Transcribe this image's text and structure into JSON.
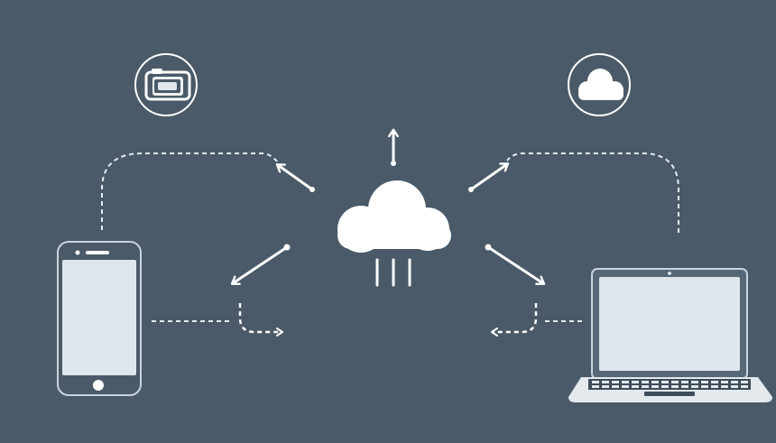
{
  "colors": {
    "background": "#4a5a68",
    "foreground": "#ffffff",
    "screen": "#dfe6ec",
    "device_outline": "#c9d3dc",
    "dash": "#e6ebef"
  },
  "nodes": [
    {
      "id": "camera",
      "icon": "camera-icon"
    },
    {
      "id": "cloud-badge",
      "icon": "cloud-icon"
    },
    {
      "id": "central-cloud",
      "icon": "cloud-upload-icon"
    },
    {
      "id": "phone",
      "icon": "smartphone-icon"
    },
    {
      "id": "laptop",
      "icon": "laptop-icon"
    }
  ],
  "connections": [
    {
      "from": "phone",
      "to": "camera",
      "style": "dashed"
    },
    {
      "from": "laptop",
      "to": "cloud-badge",
      "style": "dashed"
    },
    {
      "from": "central-cloud",
      "to": "phone",
      "style": "arrow"
    },
    {
      "from": "central-cloud",
      "to": "laptop",
      "style": "arrow"
    },
    {
      "from": "phone",
      "to": "central-cloud",
      "style": "dashed-arrow"
    },
    {
      "from": "laptop",
      "to": "central-cloud",
      "style": "dashed-arrow"
    }
  ]
}
